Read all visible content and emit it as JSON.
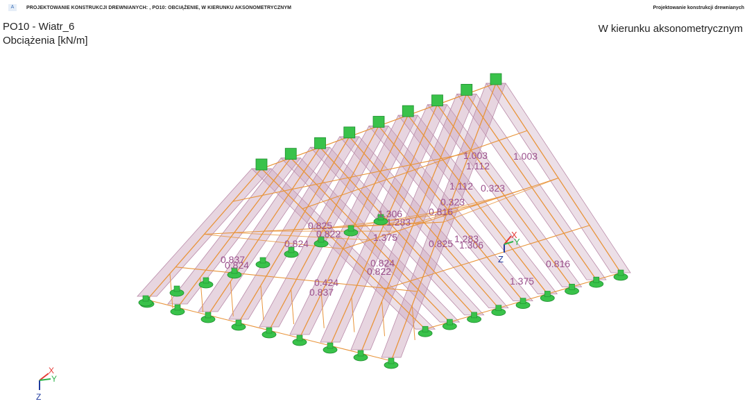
{
  "header": {
    "app_icon": "A",
    "path": "PROJEKTOWANIE KONSTRUKCJI DREWNIANYCH: , PO10: OBCIĄŻENIE, W KIERUNKU AKSONOMETRYCZNYM",
    "right": "Projektowanie konstrukcji drewnianych"
  },
  "load_case": "PO10 - Wiatr_6",
  "quantity": "Obciążenia [kN/m]",
  "view": "W kierunku aksonometrycznym",
  "axes": {
    "x": "X",
    "y": "Y",
    "z": "Z"
  },
  "load_labels": [
    "1.003",
    "1.112",
    "1.003",
    "1.112",
    "0.323",
    "0.323",
    "0.816",
    "1.306",
    "1.283",
    "0.825",
    "0.822",
    "1.375",
    "0.825",
    "1.283",
    "1.306",
    "0.824",
    "0.837",
    "0.824",
    "0.824",
    "0.822",
    "0.816",
    "0.424",
    "0.837",
    "1.375"
  ],
  "colors": {
    "member": "#e8943a",
    "load": "#c9a2bb",
    "support": "#39c24a",
    "label": "#9a4f8c",
    "axis_x": "#e53935",
    "axis_y": "#2db34a",
    "axis_z": "#1f3a9e"
  }
}
